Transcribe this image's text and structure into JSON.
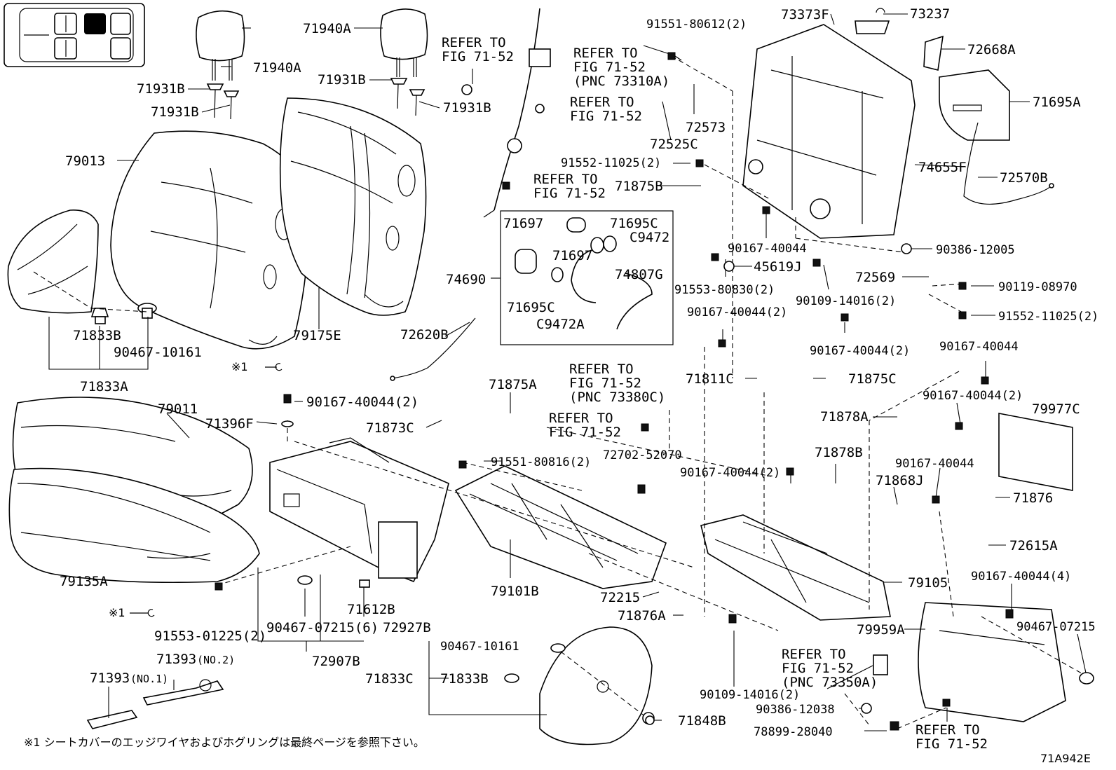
{
  "drawing_id": "71A942E",
  "footnote": "※1 シートカバーのエッジワイヤおよびホグリングは最終ページを参照下さい。",
  "footnote_markers": [
    "※1",
    "※1"
  ],
  "reference_notes": {
    "ref1": [
      "REFER TO",
      "FIG 71-52"
    ],
    "ref2": [
      "REFER TO",
      "FIG 71-52",
      "(PNC 73310A)"
    ],
    "ref3": [
      "REFER TO",
      "FIG 71-52"
    ],
    "ref4": [
      "REFER TO",
      "FIG 71-52"
    ],
    "ref5": [
      "REFER TO",
      "FIG 71-52",
      "(PNC 73380C)"
    ],
    "ref6": [
      "REFER TO",
      "FIG 71-52"
    ],
    "ref7": [
      "REFER TO",
      "FIG 71-52",
      "(PNC 73350A)"
    ],
    "ref8": [
      "REFER TO",
      "FIG 71-52"
    ]
  },
  "labels": {
    "p71940A_a": "71940A",
    "p71940A_b": "71940A",
    "p71931B_a": "71931B",
    "p71931B_b": "71931B",
    "p71931B_c": "71931B",
    "p71931B_d": "71931B",
    "p79013": "79013",
    "p79175E": "79175E",
    "p71833B_a": "71833B",
    "p90467_10161_a": "90467-10161",
    "p71833A": "71833A",
    "p79011": "79011",
    "p71396F": "71396F",
    "p90167_40044_2_a": "90167-40044(2)",
    "p79135A": "79135A",
    "p91553_01225": "91553-01225(2)",
    "p90467_07215_6": "90467-07215(6)",
    "p71612B": "71612B",
    "p72927B": "72927B",
    "p72907B": "72907B",
    "p71393_1": "71393",
    "p71393_1_note": "(NO.1)",
    "p71393_2": "71393",
    "p71393_2_note": "(NO.2)",
    "p91551_80612": "91551-80612(2)",
    "p72525C": "72525C",
    "p72573": "72573",
    "p91552_11025_a": "91552-11025(2)",
    "p71697_a": "71697",
    "p71697_b": "71697",
    "p71695C_a": "71695C",
    "p71695C_b": "71695C",
    "pC9472": "C9472",
    "pC9472A": "C9472A",
    "p74807G": "74807G",
    "p74690": "74690",
    "p72620B": "72620B",
    "p71875A": "71875A",
    "p71873C": "71873C",
    "p91551_80816": "91551-80816(2)",
    "p72702_52070": "72702-52070",
    "p79101B": "79101B",
    "p72215": "72215",
    "p71876A": "71876A",
    "p90467_10161_b": "90467-10161",
    "p71833C": "71833C",
    "p71833B_b": "71833B",
    "p71848B": "71848B",
    "p90109_14016_a": "90109-14016(2)",
    "p73373F": "73373F",
    "p73237": "73237",
    "p72668A": "72668A",
    "p71695A": "71695A",
    "p74655F": "74655F",
    "p72570B": "72570B",
    "p71875B": "71875B",
    "p90167_40044_a": "90167-40044",
    "p45619J": "45619J",
    "p91553_80830": "91553-80830(2)",
    "p90386_12005": "90386-12005",
    "p72569": "72569",
    "p90119_08970": "90119-08970",
    "p91552_11025_b": "91552-11025(2)",
    "p90109_14016_b": "90109-14016(2)",
    "p90167_40044_2_b": "90167-40044(2)",
    "p90167_40044_2_c": "90167-40044(2)",
    "p90167_40044_b": "90167-40044",
    "p71811C": "71811C",
    "p71875C": "71875C",
    "p90167_40044_2_d": "90167-40044(2)",
    "p79977C": "79977C",
    "p71878A": "71878A",
    "p71878B": "71878B",
    "p90167_40044_2_e": "90167-40044(2)",
    "p90167_40044_c": "90167-40044",
    "p71868J": "71868J",
    "p71876": "71876",
    "p72615A": "72615A",
    "p79105": "79105",
    "p90167_40044_4": "90167-40044(4)",
    "p79959A": "79959A",
    "p90467_07215": "90467-07215",
    "p90386_12038": "90386-12038",
    "p78899_28040": "78899-28040"
  },
  "colors": {
    "line": "#000000",
    "background": "#ffffff"
  },
  "icons": [
    "vehicle-seat-position-icon"
  ]
}
